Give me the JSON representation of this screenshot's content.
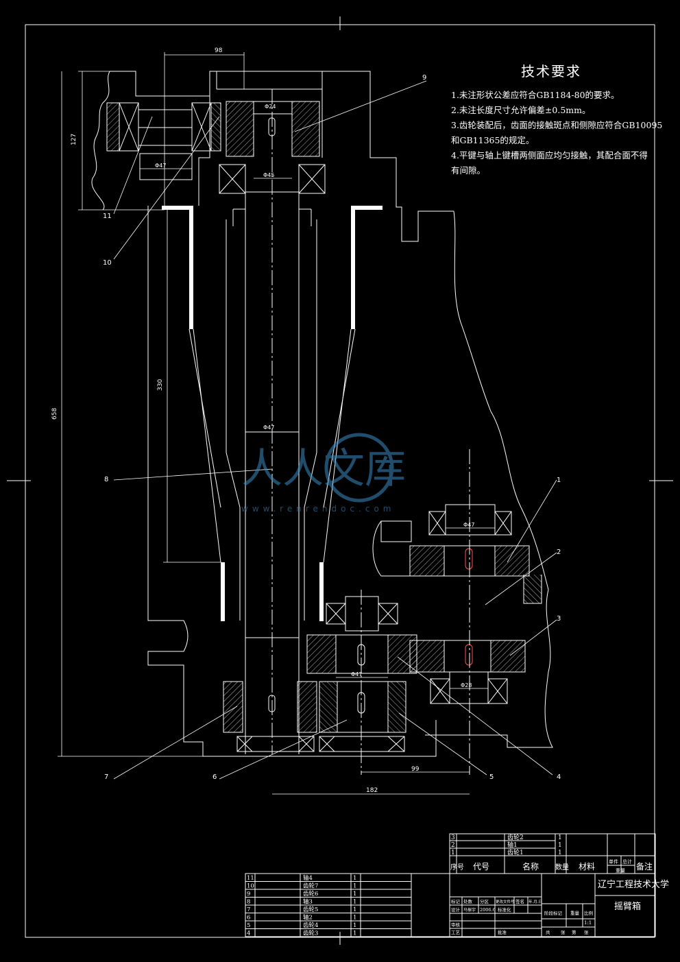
{
  "tech_title": "技术要求",
  "tech_requirements": [
    "1.未注形状公差应符合GB1184-80的要求。",
    "2.未注长度尺寸允许偏差±0.5mm。",
    "3.齿轮装配后，齿面的接触斑点和侧隙应符合GB10095",
    "和GB11365的规定。",
    "4.平键与轴上键槽两侧面应均匀接触，其配合面不得",
    "有间隙。"
  ],
  "dimensions": {
    "top_width": "98",
    "left_top_height": "127",
    "left_inner_height": "330",
    "overall_height": "658",
    "bottom_99": "99",
    "bottom_182": "182",
    "dia_24": "Φ24",
    "dia_45": "Φ45",
    "dia_47_top": "Φ47",
    "dia_47_mid": "Φ47",
    "dia_47_r": "Φ47",
    "dia_47_low": "Φ47",
    "dia_28": "Φ28"
  },
  "balloons": {
    "b9_top": "9",
    "b11": "11",
    "b10": "10",
    "b8": "8",
    "b1": "1",
    "b2": "2",
    "b3": "3",
    "b7": "7",
    "b6": "6",
    "b5": "5",
    "b4": "4"
  },
  "watermark": {
    "main": "人人文库",
    "url": "www.renrendoc.com"
  },
  "bom_upper": [
    {
      "no": "3",
      "name": "齿轮2",
      "qty": "1"
    },
    {
      "no": "2",
      "name": "轴1",
      "qty": "1"
    },
    {
      "no": "1",
      "name": "齿轮1",
      "qty": "1"
    }
  ],
  "bom_upper_header": {
    "no": "序号",
    "code": "代号",
    "name": "名称",
    "qty": "数量",
    "material": "材料",
    "unit_weight": "单件",
    "total_weight": "总计",
    "weight": "重量",
    "remark": "备注"
  },
  "bom_lower": [
    {
      "no": "11",
      "name": "轴4",
      "qty": "1"
    },
    {
      "no": "10",
      "name": "齿轮7",
      "qty": "1"
    },
    {
      "no": "9",
      "name": "齿轮6",
      "qty": "1"
    },
    {
      "no": "8",
      "name": "轴3",
      "qty": "1"
    },
    {
      "no": "7",
      "name": "齿轮5",
      "qty": "1"
    },
    {
      "no": "6",
      "name": "轴2",
      "qty": "1"
    },
    {
      "no": "5",
      "name": "齿轮4",
      "qty": "1"
    },
    {
      "no": "4",
      "name": "齿轮3",
      "qty": "1"
    }
  ],
  "title_block": {
    "school": "辽宁工程技术大学",
    "drawing_name": "摇臂箱",
    "scale": "1:1",
    "row1": [
      "标记",
      "处数",
      "分区",
      "更改文件号",
      "签名",
      "年.月.日"
    ],
    "row2": [
      "设计",
      "马振宇",
      "2006.6",
      "标准化"
    ],
    "stage": [
      "阶段标记",
      "重量",
      "比例"
    ],
    "review": "审核",
    "process": "工艺",
    "approve": "批准",
    "sheet": [
      "共",
      "张",
      "第",
      "张"
    ]
  }
}
